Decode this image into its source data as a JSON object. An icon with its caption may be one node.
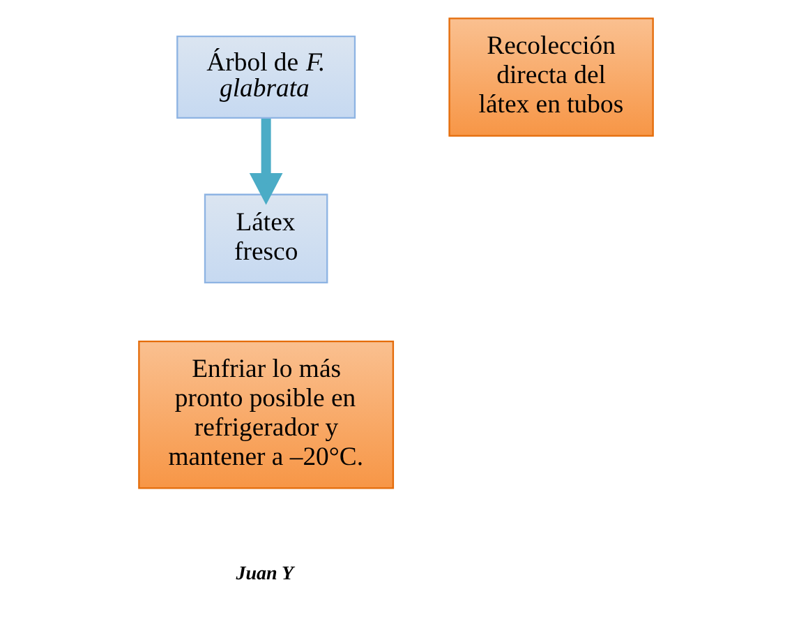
{
  "diagram": {
    "nodes": [
      {
        "text": [
          "Árbol de *F. glabrata*"
        ]
      },
      {
        "text": [
          "Recolección directa del látex en tubos"
        ]
      },
      {
        "text": [
          "Látex fresco"
        ]
      },
      {
        "text": [
          "Enfriar lo más pronto posible en refrigerador y mantener a –20°C."
        ]
      }
    ],
    "edges": [
      {
        "from": 0,
        "to": 2,
        "arrow": "to",
        "color": "#4bacc6"
      }
    ],
    "labels": [
      "Juan Y"
    ]
  }
}
